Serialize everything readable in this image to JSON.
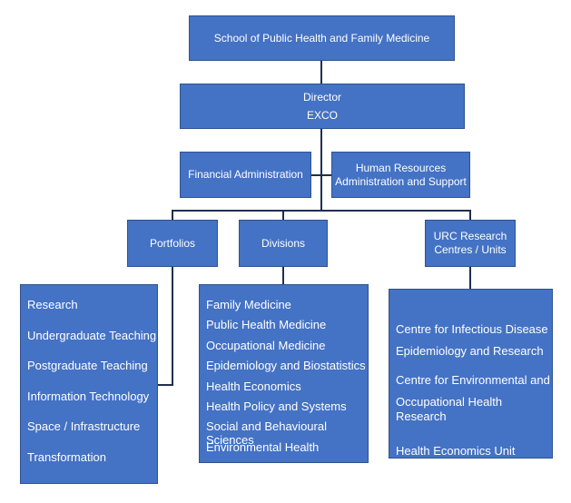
{
  "chart": {
    "school": "School of Public Health and Family Medicine",
    "director": "Director",
    "exco": "EXCO",
    "financial": "Financial Administration",
    "hr_line1": "Human Resources",
    "hr_line2": "Administration and Support",
    "portfolios": "Portfolios",
    "divisions": "Divisions",
    "urc_line1": "URC Research",
    "urc_line2": "Centres / Units",
    "portfolio_items": [
      "Research",
      "Undergraduate Teaching",
      "Postgraduate Teaching",
      "Information Technology",
      "Space / Infrastructure",
      "Transformation"
    ],
    "division_items": [
      "Family Medicine",
      "Public Health Medicine",
      "Occupational Medicine",
      "Epidemiology and Biostatistics",
      "Health Economics",
      "Health  Policy and Systems",
      "Social and Behavioural Sciences",
      "Environmental Health"
    ],
    "urc_items": [
      {
        "line1": "Centre for Infectious Disease",
        "line2": "Epidemiology and  Research"
      },
      {
        "line1": "Centre for Environmental and",
        "line2": "Occupational Health Research"
      },
      {
        "line1": "Health Economics Unit",
        "line2": ""
      }
    ]
  },
  "colors": {
    "box_fill": "#4472c4",
    "box_border": "#2f528f",
    "connector": "#1f2f4f"
  }
}
